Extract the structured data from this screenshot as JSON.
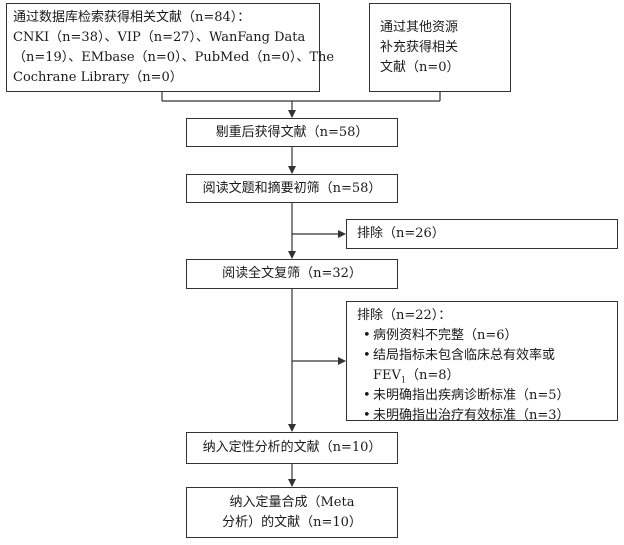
{
  "box_db": {
    "lines": [
      "通过数据库检索获得相关文献（n=84）：",
      "CNKI（n=38）、VIP（n=27）、WanFang Data",
      "（n=19）、EMbase（n=0）、PubMed（n=0）、The",
      "Cochrane Library（n=0）"
    ]
  },
  "box_other": {
    "lines": [
      "通过其他资源",
      "补充获得相关",
      "文献（n=0）"
    ]
  },
  "box_dedup": {
    "text": "剔重后获得文献（n=58）"
  },
  "box_screen": {
    "text": "阅读文题和摘要初筛（n=58）"
  },
  "box_exclude1": {
    "text": "排除（n=26）"
  },
  "box_fulltext": {
    "text": "阅读全文复筛（n=32）"
  },
  "box_exclude2": {
    "title": "排除（n=22）：",
    "bullet": "•",
    "items": [
      {
        "text": "病例资料不完整（n=6）"
      },
      {
        "text": "结局指标未包含临床总有效率或",
        "text2_pre": "FEV",
        "text2_sub": "1",
        "text2_post": "（n=8）"
      },
      {
        "text": "未明确指出疾病诊断标准（n=5）"
      },
      {
        "text": "未明确指出治疗有效标准（n=3）"
      }
    ]
  },
  "box_qual": {
    "text": "纳入定性分析的文献（n=10）"
  },
  "box_meta": {
    "lines": [
      "纳入定量合成（Meta",
      "分析）的文献（n=10）"
    ]
  }
}
